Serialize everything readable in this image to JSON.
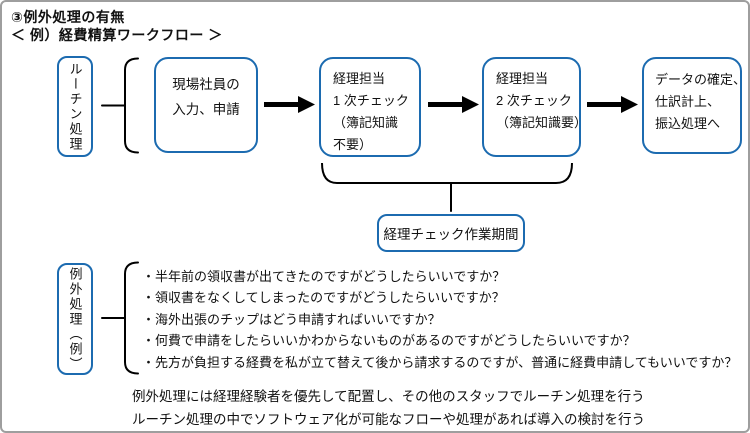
{
  "page": {
    "title_line1": "③例外処理の有無",
    "title_line2": "＜ 例）経費精算ワークフロー ＞"
  },
  "colors": {
    "box_border": "#1c6bb0",
    "frame_border": "#9e9e9e",
    "arrow": "#000000",
    "text": "#111111"
  },
  "flow": {
    "routine_label": "ルーチン処理",
    "boxes": [
      {
        "lines": [
          "現場社員の",
          "入力、申請"
        ]
      },
      {
        "lines": [
          "経理担当",
          "1 次チェック",
          "（簿記知識",
          "不要）"
        ]
      },
      {
        "lines": [
          "経理担当",
          "2 次チェック",
          "（簿記知識要）"
        ]
      },
      {
        "lines": [
          "データの確定、",
          "仕訳計上、",
          "振込処理へ"
        ]
      }
    ],
    "check_period_label": "経理チェック作業期間"
  },
  "exceptions": {
    "label": "例外処理（例）",
    "items": [
      "・半年前の領収書が出てきたのですがどうしたらいいですか？",
      "・領収書をなくしてしまったのですがどうしたらいいですか？",
      "・海外出張のチップはどう申請すればいいですか？",
      "・何費で申請をしたらいいかわからないものがあるのですがどうしたらいいですか？",
      "・先方が負担する経費を私が立て替えて後から請求するのですが、普通に経費申請してもいいですか？"
    ]
  },
  "notes": {
    "lines": [
      "例外処理には経理経験者を優先して配置し、その他のスタッフでルーチン処理を行う",
      "ルーチン処理の中でソフトウェア化が可能なフローや処理があれば導入の検討を行う"
    ]
  }
}
